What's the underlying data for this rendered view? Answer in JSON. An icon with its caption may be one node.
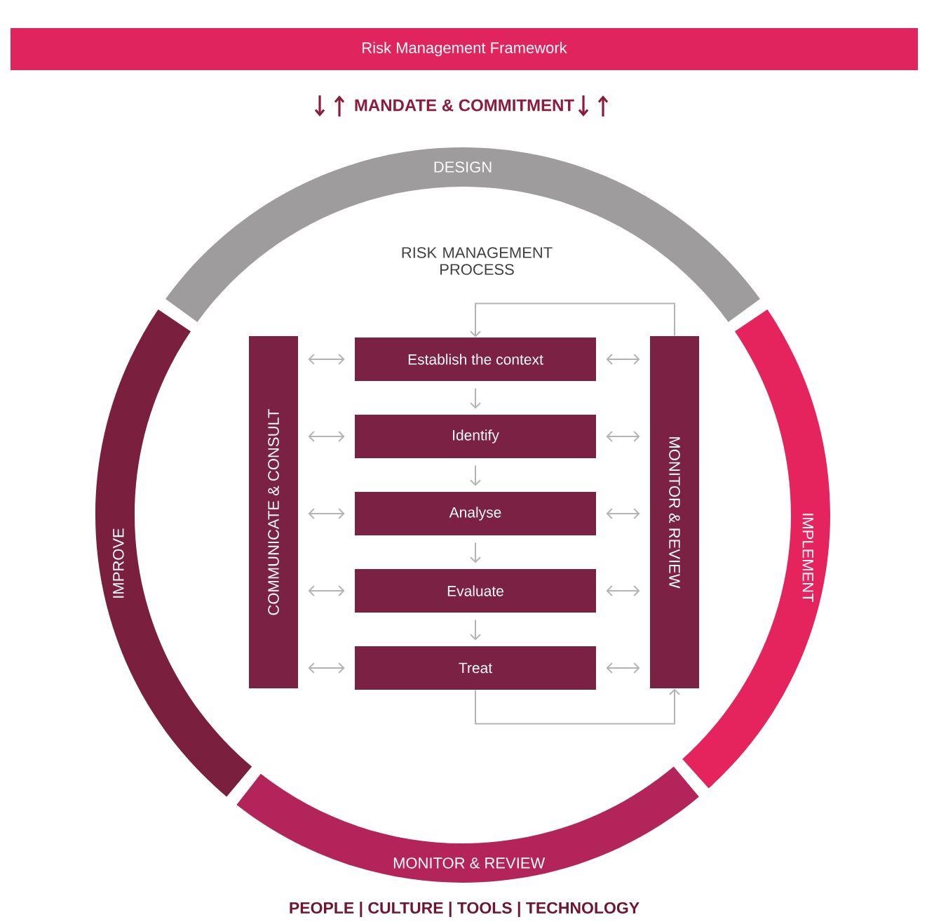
{
  "diagram": {
    "title": "Risk Management Framework",
    "nodes": [
      {
        "text": [
          "DESIGN"
        ]
      },
      {
        "text": [
          "COMMUNICATE & CONSULT"
        ]
      },
      {
        "text": [
          "Establish the context"
        ]
      },
      {
        "text": [
          "Identify"
        ]
      },
      {
        "text": [
          "Analyse"
        ]
      },
      {
        "text": [
          "Evaluate"
        ]
      },
      {
        "text": [
          "Treat"
        ]
      },
      {
        "text": [
          "MONITOR & REVIEW"
        ]
      },
      {
        "text": [
          "IMPROVE"
        ]
      },
      {
        "text": [
          "IMPLEMENT"
        ]
      },
      {
        "text": [
          "MONITOR & REVIEW"
        ]
      }
    ],
    "edges": [
      {
        "from": 2,
        "to": 3,
        "arrow": "to"
      },
      {
        "from": 3,
        "to": 4,
        "arrow": "to"
      },
      {
        "from": 4,
        "to": 5,
        "arrow": "to"
      },
      {
        "from": 5,
        "to": 6,
        "arrow": "to"
      },
      {
        "from": 7,
        "to": 2,
        "arrow": "to"
      },
      {
        "from": 6,
        "to": 7,
        "arrow": "to"
      },
      {
        "from": 1,
        "to": 2,
        "arrow": "both"
      },
      {
        "from": 1,
        "to": 3,
        "arrow": "both"
      },
      {
        "from": 1,
        "to": 4,
        "arrow": "both"
      },
      {
        "from": 1,
        "to": 5,
        "arrow": "both"
      },
      {
        "from": 1,
        "to": 6,
        "arrow": "both"
      },
      {
        "from": 2,
        "to": 7,
        "arrow": "both"
      },
      {
        "from": 3,
        "to": 7,
        "arrow": "both"
      },
      {
        "from": 4,
        "to": 7,
        "arrow": "both"
      },
      {
        "from": 5,
        "to": 7,
        "arrow": "both"
      },
      {
        "from": 6,
        "to": 7,
        "arrow": "both"
      }
    ],
    "labels": [
      "MANDATE & COMMITMENT",
      "RISK MANAGEMENT PROCESS",
      "PEOPLE | CULTURE | TOOLS | TECHNOLOGY"
    ]
  }
}
